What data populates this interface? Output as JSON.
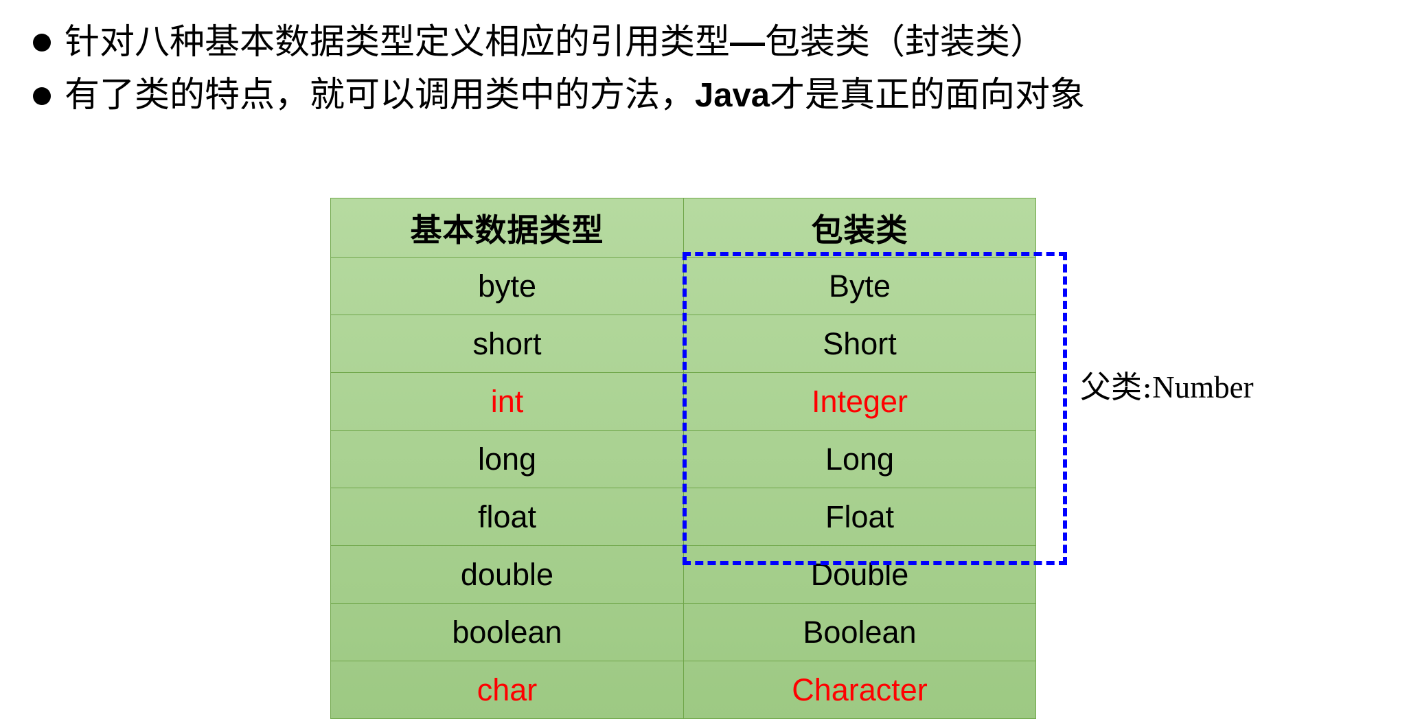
{
  "slide": {
    "bullets": [
      {
        "marker": "●",
        "parts": [
          {
            "text": "针对八种基本数据类型定义相应的引用类型",
            "style": "cjk"
          },
          {
            "text": "—",
            "style": "emdash"
          },
          {
            "text": "包装类（封装类）",
            "style": "cjk"
          }
        ],
        "full_text": "针对八种基本数据类型定义相应的引用类型—包装类（封装类）"
      },
      {
        "marker": "●",
        "parts": [
          {
            "text": "有了类的特点，就可以调用类中的方法，",
            "style": "cjk"
          },
          {
            "text": "Java",
            "style": "latin"
          },
          {
            "text": "才是真正的面向对象",
            "style": "cjk"
          }
        ],
        "full_text": "有了类的特点，就可以调用类中的方法，Java才是真正的面向对象"
      }
    ]
  },
  "table": {
    "headers": [
      "基本数据类型",
      "包装类"
    ],
    "rows": [
      {
        "primitive": "byte",
        "wrapper": "Byte",
        "highlight": false
      },
      {
        "primitive": "short",
        "wrapper": "Short",
        "highlight": false
      },
      {
        "primitive": "int",
        "wrapper": "Integer",
        "highlight": true
      },
      {
        "primitive": "long",
        "wrapper": "Long",
        "highlight": false
      },
      {
        "primitive": "float",
        "wrapper": "Float",
        "highlight": false
      },
      {
        "primitive": "double",
        "wrapper": "Double",
        "highlight": false
      },
      {
        "primitive": "boolean",
        "wrapper": "Boolean",
        "highlight": false
      },
      {
        "primitive": "char",
        "wrapper": "Character",
        "highlight": true
      }
    ]
  },
  "annotation": {
    "parent_class_label": "父类:",
    "parent_class_value": "Number",
    "full": "父类:Number"
  },
  "colors": {
    "table_fill_top": "#b6daa0",
    "table_fill_bottom": "#9dc983",
    "table_border": "#6fa649",
    "highlight_text": "#ff0000",
    "group_box_border": "#0000ff",
    "text": "#000000",
    "background": "#ffffff"
  }
}
